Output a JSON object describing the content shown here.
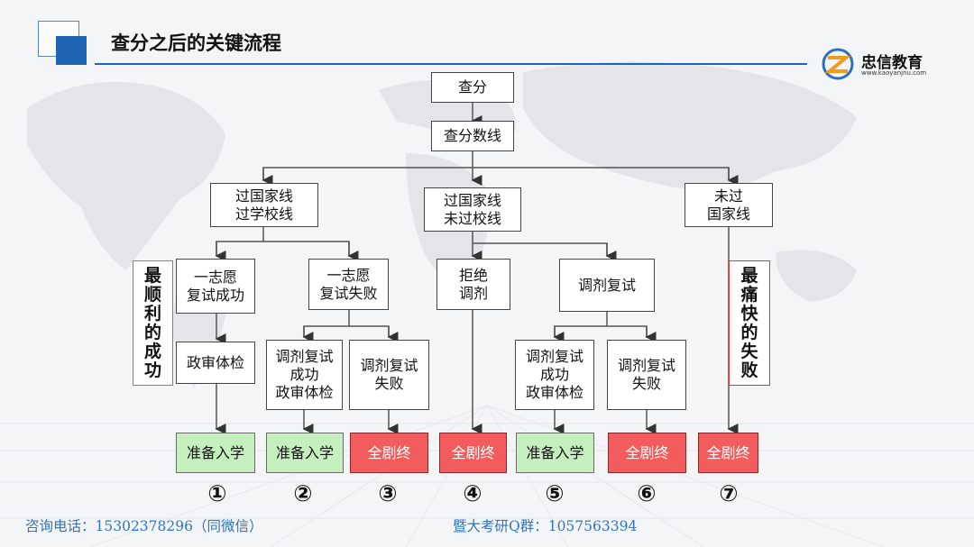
{
  "header": {
    "title": "查分之后的关键流程"
  },
  "logo": {
    "name": "忠信教育",
    "url": "www.kaoyanjnu.com"
  },
  "nodes": {
    "check": "查分",
    "lines": "查分数线",
    "pass_both": "过国家线\n过学校线",
    "pass_nat": "过国家线\n未过校线",
    "fail_nat": "未过\n国家线",
    "first_ok": "一志愿\n复试成功",
    "first_fail": "一志愿\n复试失败",
    "refuse": "拒绝\n调剂",
    "adjust": "调剂复试",
    "politics": "政审体检",
    "adj_ok_1": "调剂复试\n成功\n政审体检",
    "adj_fail_1": "调剂复试\n失败",
    "adj_ok_2": "调剂复试\n成功\n政审体检",
    "adj_fail_2": "调剂复试\n失败",
    "end1": "准备入学",
    "end2": "准备入学",
    "end3": "全剧终",
    "end4": "全剧终",
    "end5": "准备入学",
    "end6": "全剧终",
    "end7": "全剧终"
  },
  "labels": {
    "best": "最\n顺\n利\n的\n成\n功",
    "worst": "最\n痛\n快\n的\n失\n败"
  },
  "numbers": [
    "①",
    "②",
    "③",
    "④",
    "⑤",
    "⑥",
    "⑦"
  ],
  "footer": {
    "phone": "咨询电话：15302378296（同微信）",
    "qq": "暨大考研Q群：1057563394"
  }
}
